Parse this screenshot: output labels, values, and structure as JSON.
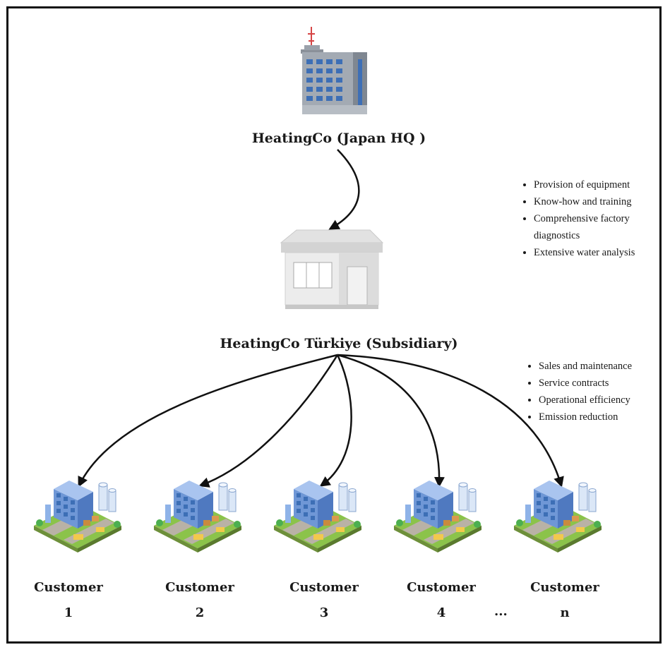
{
  "hq": {
    "label": "HeatingCo (Japan HQ )",
    "icon": "office-tower-icon"
  },
  "subsidiary": {
    "label": "HeatingCo Türkiye (Subsidiary)",
    "icon": "small-office-building-icon"
  },
  "hq_services": [
    "Provision of equipment",
    "Know-how and training",
    "Comprehensive factory diagnostics",
    "Extensive water analysis"
  ],
  "subsidiary_services": [
    "Sales and maintenance",
    "Service contracts",
    "Operational efficiency",
    "Emission reduction"
  ],
  "customers": [
    {
      "word": "Customer",
      "id": "1"
    },
    {
      "word": "Customer",
      "id": "2"
    },
    {
      "word": "Customer",
      "id": "3"
    },
    {
      "word": "Customer",
      "id": "4"
    },
    {
      "word": "Customer",
      "id": "n"
    }
  ],
  "ellipsis": "...",
  "colors": {
    "building_blue": "#6f97d6",
    "window_blue": "#3d6fb6",
    "grass": "#8bc34a",
    "road": "#b9b2a6",
    "arrow": "#111111"
  }
}
